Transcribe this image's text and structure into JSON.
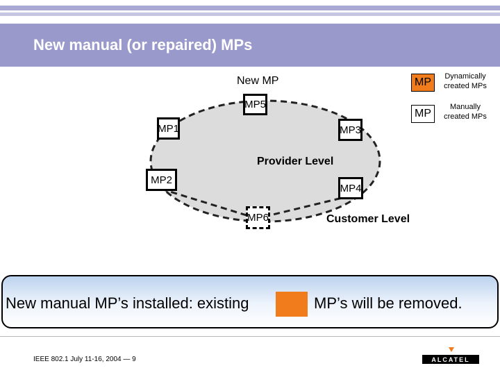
{
  "title": "New manual (or repaired) MPs",
  "diagram": {
    "new_mp_label": "New MP",
    "provider_level": "Provider Level",
    "customer_level": "Customer Level",
    "mps": [
      "MP5",
      "MP1",
      "MP3",
      "MP2",
      "MP4",
      "MP6"
    ]
  },
  "legend": {
    "dynamic_box": "MP",
    "dynamic_text": "Dynamically created MPs",
    "manual_box": "MP",
    "manual_text": "Manually created MPs"
  },
  "callout": {
    "text_before": "New manual MP’s installed: existing",
    "text_after": "MP’s will be removed."
  },
  "footer": "IEEE 802.1 July 11-16, 2004 — 9",
  "logo": "ALCATEL",
  "colors": {
    "title_band": "#9999cc",
    "dynamic_mp": "#f07c1c",
    "manual_mp": "#ffffff",
    "ellipse_fill": "#dcdcdc"
  }
}
